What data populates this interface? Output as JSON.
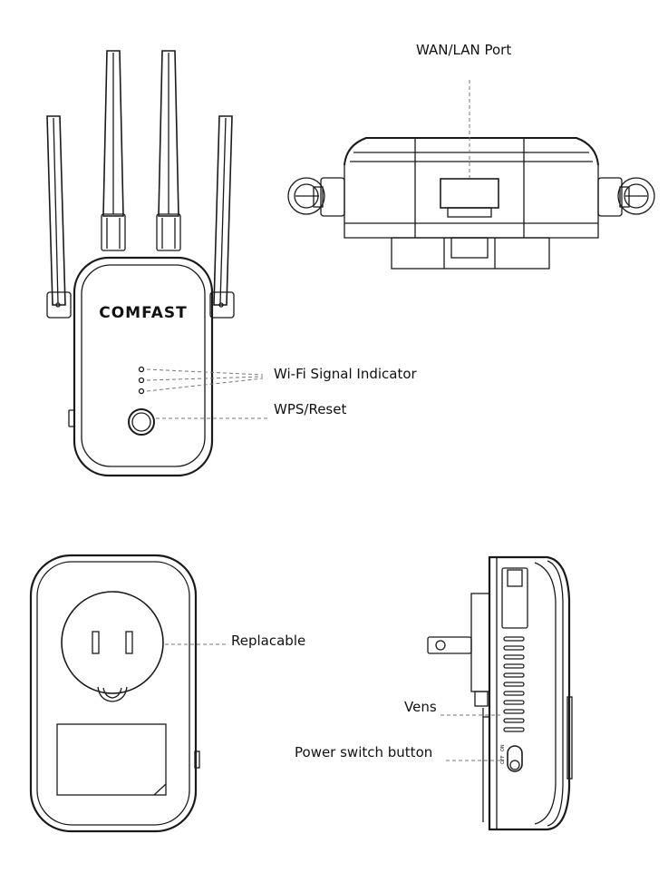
{
  "brand": "COMFAST",
  "labels": {
    "wan_lan_port": "WAN/LAN Port",
    "wifi_signal_indicator": "Wi-Fi Signal Indicator",
    "wps_reset": "WPS/Reset",
    "replacable": "Replacable",
    "vens": "Vens",
    "power_switch_button": "Power switch button"
  },
  "switch_marks": {
    "off": "OFF",
    "on": "ON"
  },
  "colors": {
    "line": "#1a1a1a",
    "leader": "#777777",
    "background": "#ffffff"
  }
}
